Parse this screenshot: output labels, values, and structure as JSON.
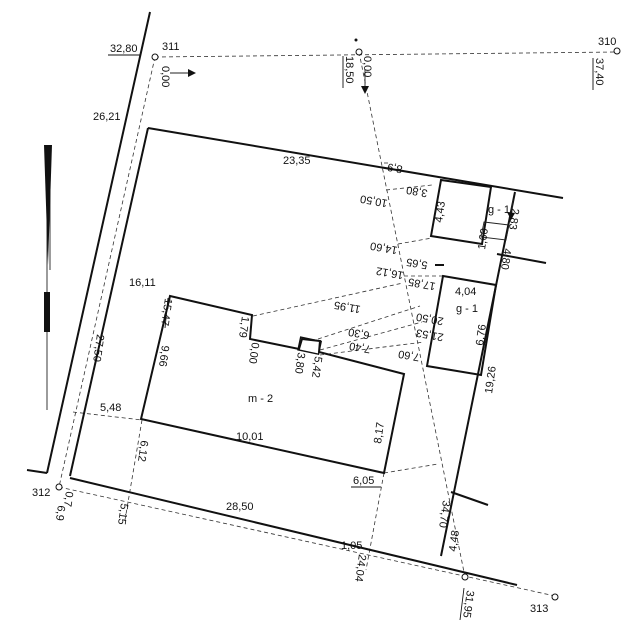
{
  "stations": {
    "p310": "310",
    "p311": "311",
    "p312": "312",
    "p313": "313"
  },
  "buildings": {
    "main": "m - 2",
    "garage_top": "g - 1",
    "garage_mid": "g - 1"
  },
  "dims": {
    "d3280": "32,80",
    "d000a": "0,00",
    "d1850": "18,50",
    "d000b": "0,00",
    "d3740": "37,40",
    "d2621": "26,21",
    "d2335": "23,35",
    "d89": "8,9",
    "d1050": "10,50",
    "d380a": "3,80",
    "d443": "4,43",
    "d160": "1,60",
    "d283": "2,83",
    "d1460": "14,60",
    "d565": "5,65",
    "d1612": "16,12",
    "d1785": "17,85",
    "d480": "4,80",
    "d404": "4,04",
    "d1611": "16,11",
    "d1547": "15,47",
    "d1195": "11,95",
    "d2050": "20,50",
    "d2153": "21,53",
    "d630": "6,30",
    "d740": "7,40",
    "d760": "7,60",
    "d676": "6,76",
    "d179": "1,79",
    "d000c": "0,00",
    "d380b": "3,80",
    "d542": "5,42",
    "d966": "9,66",
    "d2750": "27,50",
    "d1926": "19,26",
    "d548": "5,48",
    "d1001": "10,01",
    "d817": "8,17",
    "d612": "6,12",
    "d605": "6,05",
    "d07": "0,7",
    "d515": "5,15",
    "d2850": "28,50",
    "d3470": "34,70",
    "d448": "4,48",
    "d105": "1,05",
    "d2404": "24,04",
    "d3195": "31,95",
    "d69": "6,9"
  }
}
